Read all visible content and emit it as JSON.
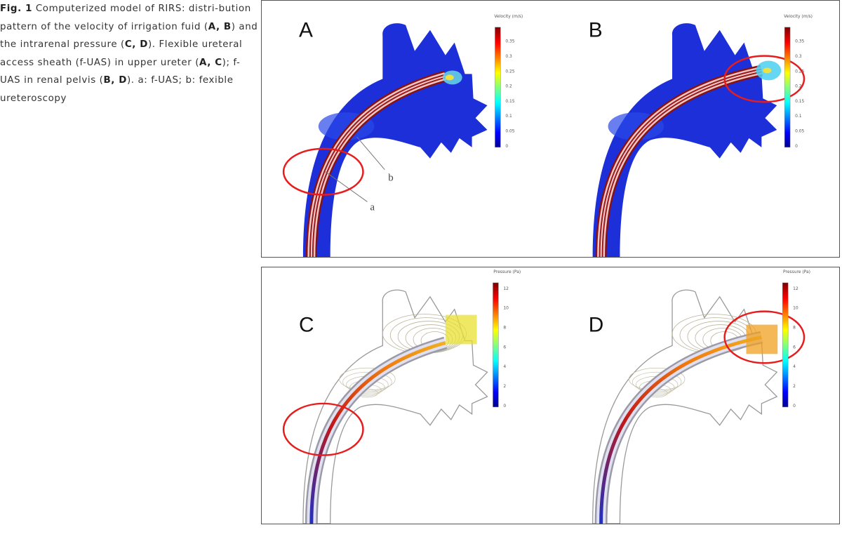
{
  "caption": {
    "fig_label": "Fig. 1",
    "parts": [
      {
        "t": " Computerized model of RIRS: distri-bution pattern of the velocity of irrigation fuid (",
        "b": false
      },
      {
        "t": "A, B",
        "b": true
      },
      {
        "t": ") and the intrarenal pressure (",
        "b": false
      },
      {
        "t": "C, D",
        "b": true
      },
      {
        "t": "). Flexible ureteral access sheath (f-UAS) in upper ureter (",
        "b": false
      },
      {
        "t": "A, C",
        "b": true
      },
      {
        "t": "); f-UAS in renal pelvis (",
        "b": false
      },
      {
        "t": "B, D",
        "b": true
      },
      {
        "t": "). a: f-UAS; b: fexible ureteroscopy",
        "b": false
      }
    ]
  },
  "panels": [
    {
      "letter": "A",
      "mode": "velocity",
      "sheath": "upper-ureter",
      "annotations": [
        "a",
        "b"
      ]
    },
    {
      "letter": "B",
      "mode": "velocity",
      "sheath": "renal-pelvis",
      "annotations": []
    },
    {
      "letter": "C",
      "mode": "pressure",
      "sheath": "upper-ureter",
      "annotations": []
    },
    {
      "letter": "D",
      "mode": "pressure",
      "sheath": "renal-pelvis",
      "annotations": []
    }
  ],
  "colorbars": {
    "velocity": {
      "title": "Velocity (m/s)",
      "ticks": [
        "0.35",
        "0.3",
        "0.25",
        "0.2",
        "0.15",
        "0.1",
        "0.05",
        "0"
      ]
    },
    "pressure": {
      "title": "Pressure (Pa)",
      "ticks": [
        "12",
        "10",
        "8",
        "6",
        "4",
        "2",
        "0"
      ]
    }
  },
  "colors": {
    "highlight": "#e81c1c",
    "field_low": "#1a2fd0",
    "frame": "#555555"
  }
}
